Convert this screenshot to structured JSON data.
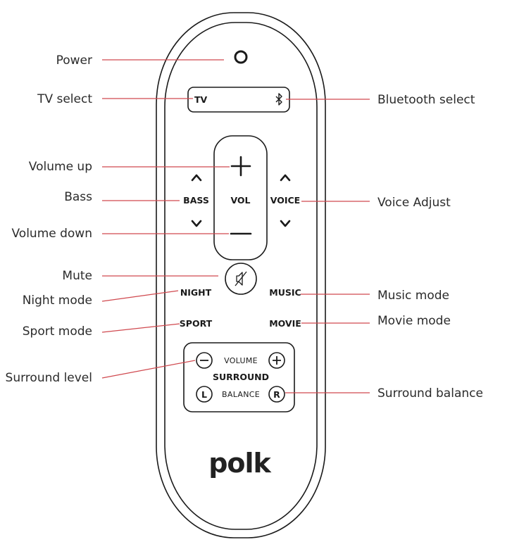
{
  "callouts": {
    "power": "Power",
    "tv_select": "TV select",
    "volume_up": "Volume up",
    "bass": "Bass",
    "volume_down": "Volume down",
    "mute": "Mute",
    "night_mode": "Night mode",
    "sport_mode": "Sport mode",
    "surround_level": "Surround level",
    "bluetooth_select": "Bluetooth select",
    "voice_adjust": "Voice Adjust",
    "music_mode": "Music mode",
    "movie_mode": "Movie mode",
    "surround_balance": "Surround balance"
  },
  "remote": {
    "tv": "TV",
    "bass": "BASS",
    "vol": "VOL",
    "voice": "VOICE",
    "night": "NIGHT",
    "music": "MUSIC",
    "sport": "SPORT",
    "movie": "MOVIE",
    "volume": "VOLUME",
    "surround": "SURROUND",
    "balance": "BALANCE",
    "left": "L",
    "right": "R",
    "minus": "−",
    "plus": "+",
    "logo": "polk"
  },
  "icons": {
    "power": "power-icon",
    "bluetooth": "bluetooth-icon",
    "mute": "mute-icon",
    "vol_plus": "plus-icon",
    "vol_minus": "minus-icon"
  },
  "colors": {
    "leader": "#d0494f",
    "outline": "#1a1a1a",
    "text": "#2b2b2b"
  }
}
